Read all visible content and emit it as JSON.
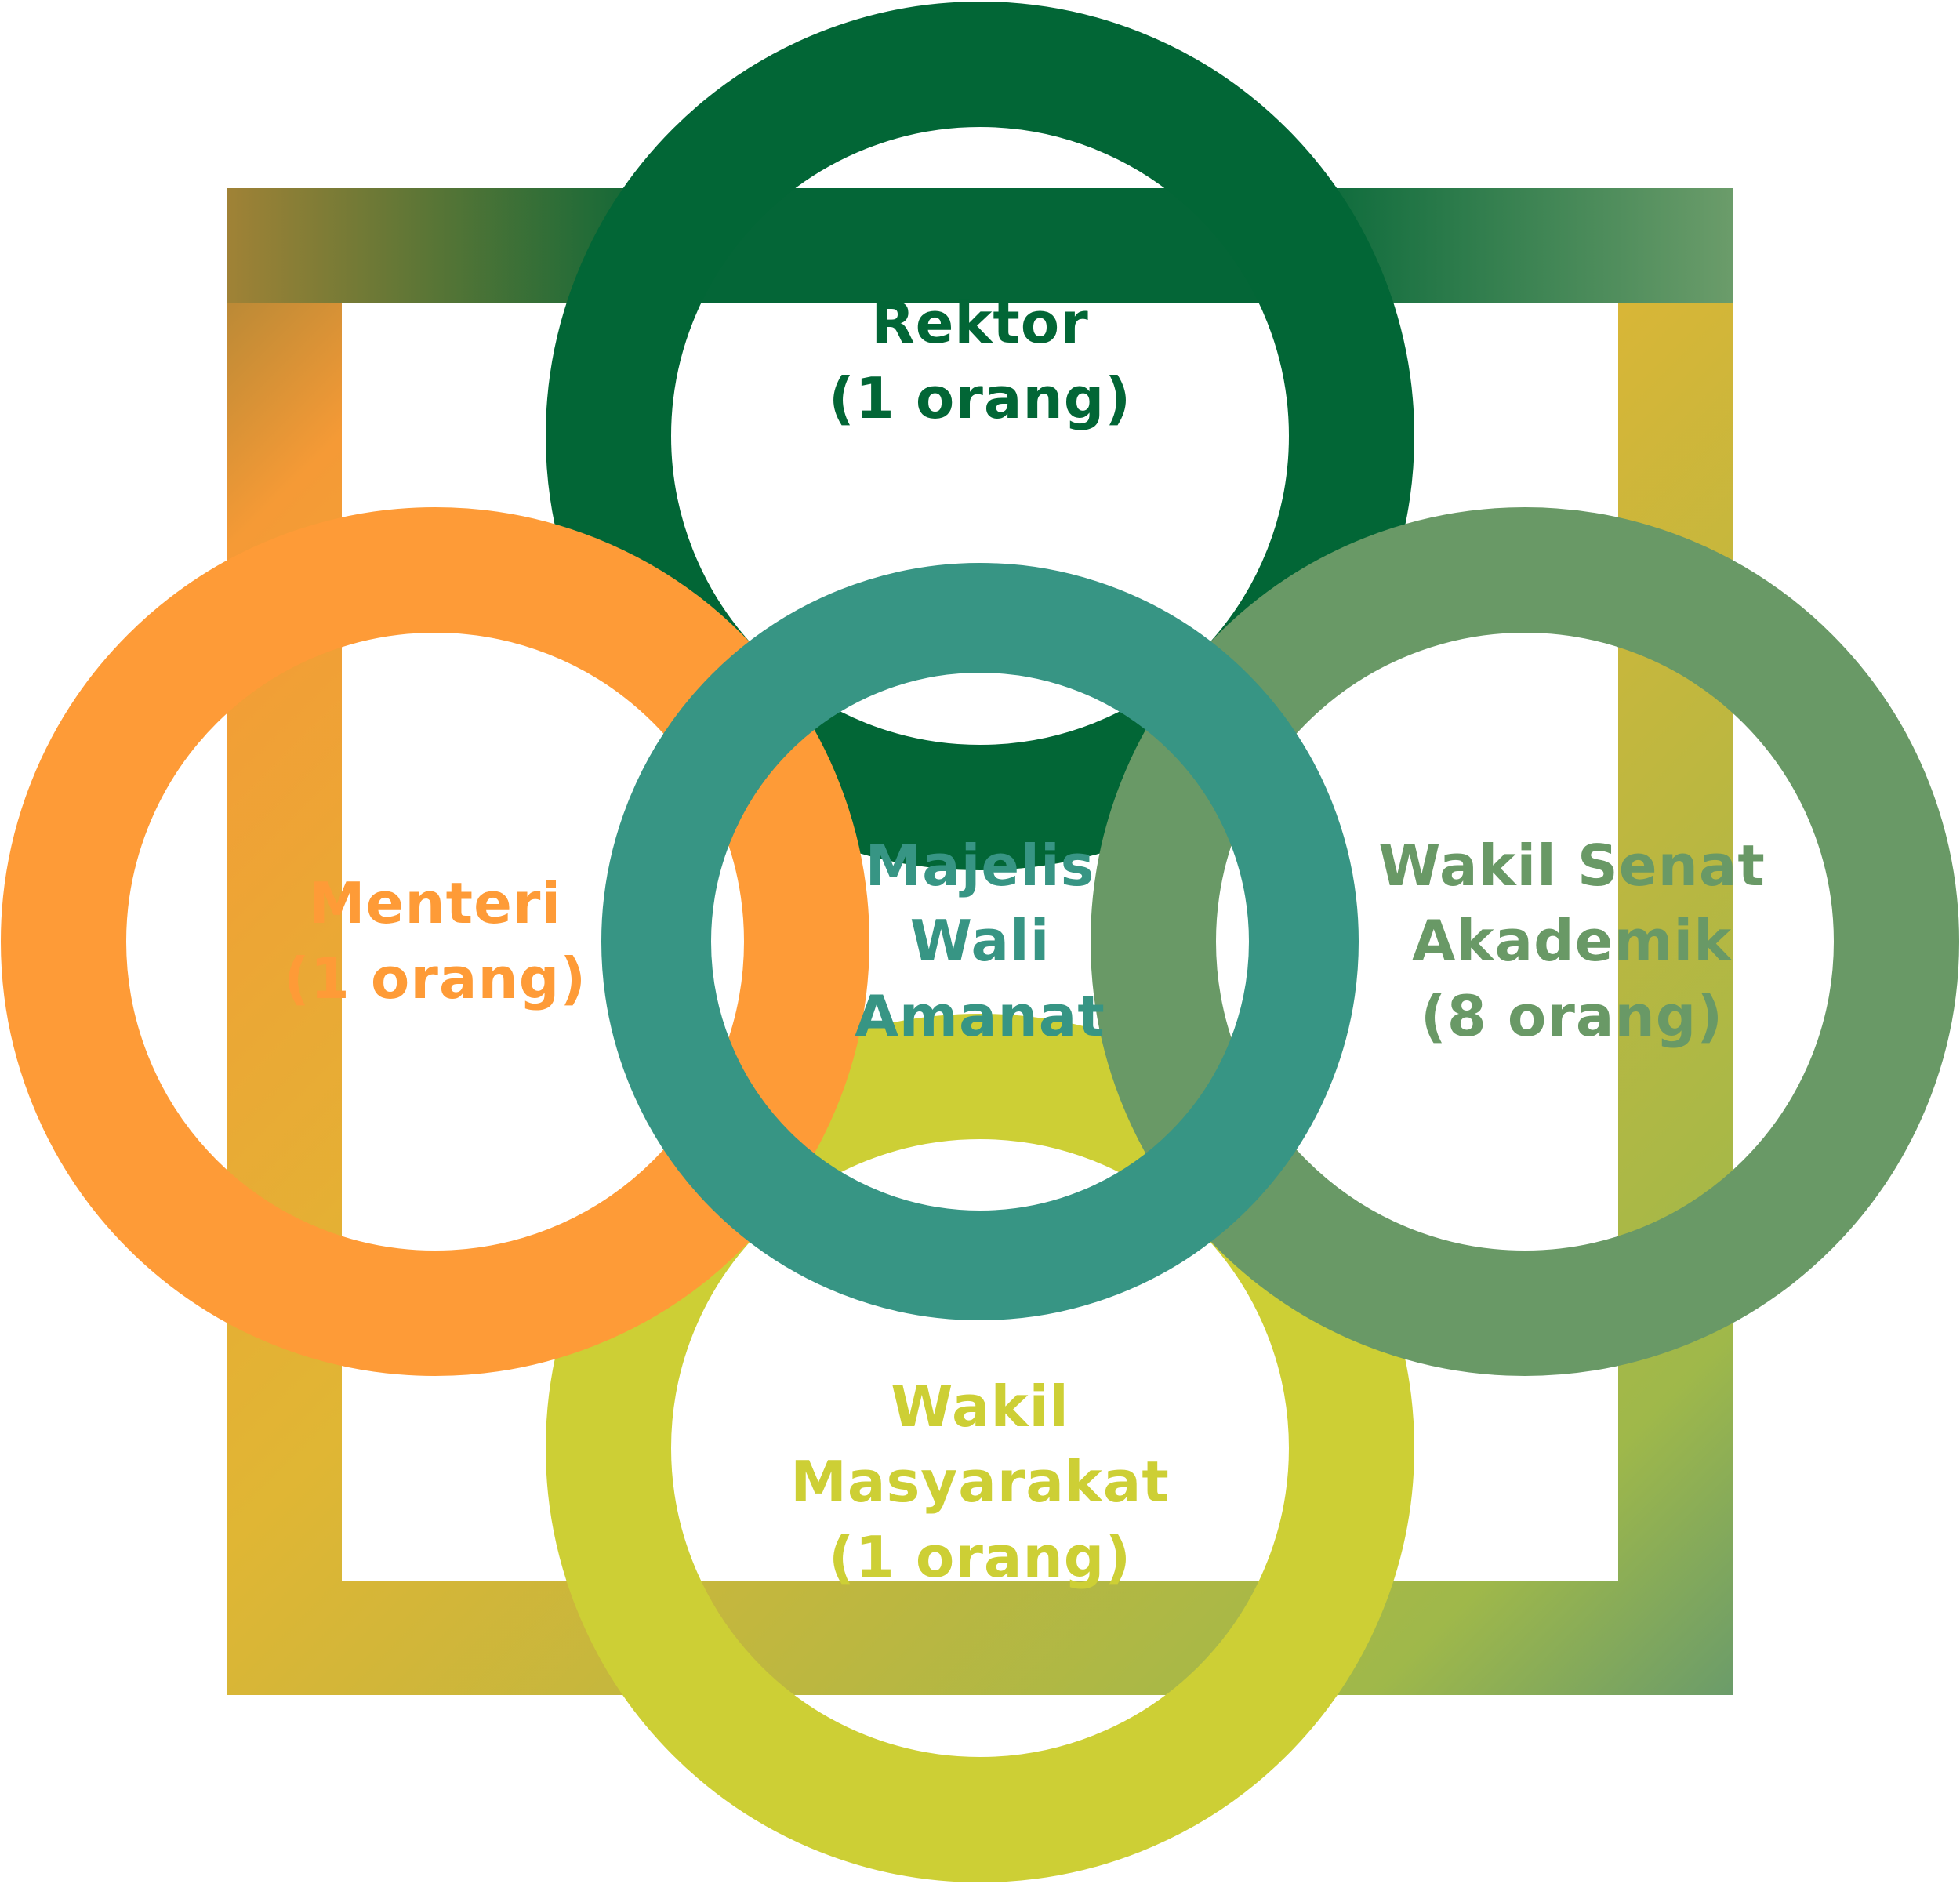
{
  "colors": {
    "rektor": "#026636",
    "menteri": "#FE9B37",
    "majelis": "#379584",
    "senat": "#699966",
    "masyarakat": "#CDCF35",
    "frame_top_left": "#a08236",
    "frame_top_mid": "#046637",
    "frame_top_right": "#6b9c6a",
    "frame_left_mid": "#f59a36",
    "frame_bottom_left": "#e0b634",
    "frame_bottom_right": "#9fb84a"
  },
  "nodes": {
    "rektor": {
      "lines": [
        "Rektor",
        "(1 orang)"
      ]
    },
    "menteri": {
      "lines": [
        "Menteri",
        "(1 orang)"
      ]
    },
    "majelis": {
      "lines": [
        "Majelis",
        "Wali",
        "Amanat"
      ]
    },
    "senat": {
      "lines": [
        "Wakil Senat",
        "Akademik",
        "(8 orang)"
      ]
    },
    "masyarakat": {
      "lines": [
        "Wakil",
        "Masyarakat",
        "(1 orang)"
      ]
    }
  }
}
